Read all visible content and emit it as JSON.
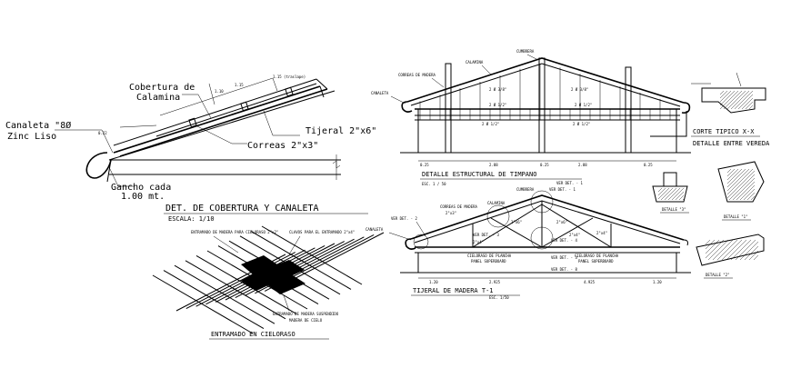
{
  "cobertura": {
    "title": "DET.  DE  COBERTURA  Y  CANALETA",
    "scale": "ESCALA:   1/10",
    "lbl_cobertura_1": "Cobertura  de",
    "lbl_cobertura_2": "Calamina",
    "lbl_canaleta_1": "Canaleta  \"8Ø",
    "lbl_canaleta_2": "Zinc  Liso",
    "lbl_correas": "Correas  2\"x3\"",
    "lbl_tijeral": "Tijeral  2\"x6\"",
    "lbl_gancho_1": "Gancho  cada",
    "lbl_gancho_2": "1.00  mt.",
    "dim_1": "1.10",
    "dim_2": "1.15",
    "dim_3": "0.22",
    "dim_4": "1.15 (traslape)"
  },
  "entramado": {
    "title": "ENTRAMADO  EN  CIELORASO",
    "note_1": "ENTRAMADO  DE  MADERA  PARA  CIELORASO  2\"x2\"",
    "note_2": "CLAVOS  PARA  EL  ENTRAMADO  2\"x4\"",
    "note_3": "ENTRAMADO  DE  MADERA  SUSPENDIDO",
    "note_4": "MADERA  DE  CIELO"
  },
  "timpano": {
    "title": "DETALLE  ESTRUCTURAL  DE  TIMPANO",
    "scale": "ESC.  1 / 50",
    "lbl_cumbrera": "CUMBRERA",
    "lbl_calamina": "CALAMINA",
    "lbl_correas": "CORREAS  DE  MADERA",
    "lbl_canaleta": "CANALETA",
    "member_1": "2 Ø 3/8\"",
    "member_2": "2 Ø 3/8\"",
    "member_3": "2 Ø 1/2\"",
    "member_4": "2 Ø 1/2\"",
    "member_5": "2 Ø 1/2\"",
    "member_6": "2 Ø 1/2\"",
    "dim_1": "0.25",
    "dim_2": "2.88",
    "dim_3": "0.25",
    "dim_4": "2.88",
    "dim_5": "0.25"
  },
  "tijeral": {
    "title": "TIJERAL  DE  MADERA  T-1",
    "scale": "ESC.  1/50",
    "lbl_cumbrera": "CUMBRERA",
    "lbl_calamina": "CALAMINA",
    "lbl_correas": "CORREAS  DE  MADERA",
    "lbl_correas_size": "2\"x3\"",
    "lbl_ver_det_1_top": "VER  DET.  -  1",
    "lbl_ver_det_1_left": "VER  DET.  -  1",
    "lbl_ver_det_2": "VER  DET.  -  2",
    "lbl_ver_det_3": "VER  DET.  -  3",
    "lbl_ver_det_4": "VER  DET.  -  4",
    "lbl_ver_det_3b": "VER  DET.  -  3",
    "lbl_canaleta": "CANALETA",
    "member_1": "2\"x6\"",
    "member_2": "2\"x6\"",
    "member_3": "2\"x4\"",
    "member_4": "2\"x4\"",
    "member_5": "2\"x4\"",
    "panel_1": "CIELORASO  DE  PLANCHA",
    "panel_2": "PANEL  SUPERBOARD",
    "panel_3": "CIELORASO  DE  PLANCHA",
    "panel_4": "PANEL  SUPERBOARD",
    "dim_1": "1.20",
    "dim_2": "2.925",
    "dim_3": "4.925",
    "dim_4": "1.20",
    "ver_det_8": "VER  DET.  -  8"
  },
  "details": {
    "corte_title": "CORTE  TIPICO  X-X",
    "corte_subtitle": "DETALLE  ENTRE  VEREDA",
    "det_3": "DETALLE  \"3\"",
    "det_1": "DETALLE  \"1\"",
    "det_2": "DETALLE  \"2\""
  }
}
